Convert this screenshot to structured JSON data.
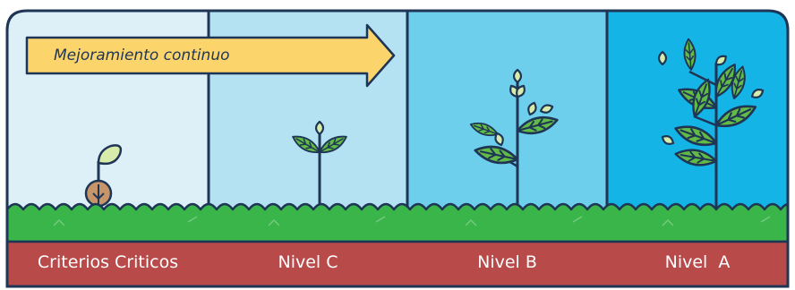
{
  "arrow": {
    "label": "Mejoramiento continuo"
  },
  "levels": [
    {
      "label": "Criterios Criticos"
    },
    {
      "label": "Nivel C"
    },
    {
      "label": "Nivel B"
    },
    {
      "label": "Nivel  A"
    }
  ],
  "colors": {
    "panel_1": "#ddf0f8",
    "panel_2": "#b4e2f3",
    "panel_3": "#6dcfec",
    "panel_4": "#14b5e6",
    "outline": "#1f3555",
    "grass": "#39b54a",
    "leaf": "#62bb46",
    "seed": "#c7956a",
    "arrow": "#fbd56b",
    "label_bar": "#b94a4a"
  }
}
